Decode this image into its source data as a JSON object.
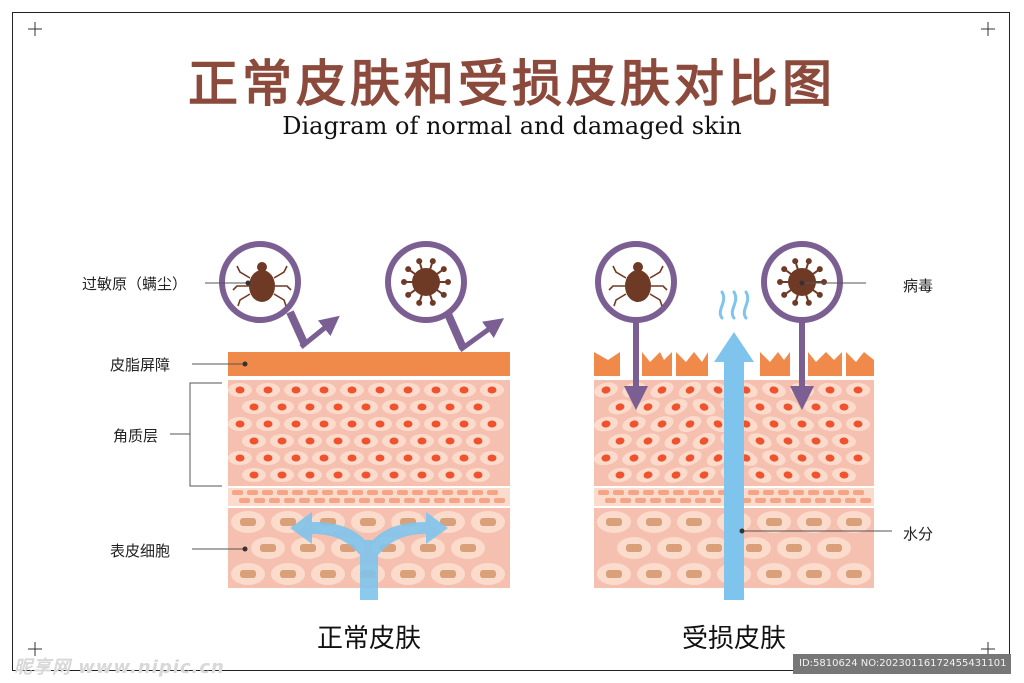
{
  "title": "正常皮肤和受损皮肤对比图",
  "subtitle": "Diagram of normal and damaged skin",
  "labels": {
    "allergen": "过敏原（螨尘）",
    "lipid_barrier": "皮脂屏障",
    "stratum_corneum": "角质层",
    "epidermal_cells": "表皮细胞",
    "virus": "病毒",
    "moisture": "水分"
  },
  "panels": {
    "normal": "正常皮肤",
    "damaged": "受损皮肤"
  },
  "watermark": "昵享网 www.nipic.cn",
  "image_id": "ID:5810624 NO:20230116172455431101",
  "colors": {
    "title": "#8b4a3c",
    "barrier": "#f08a4b",
    "skin_bg": "#f6c0b0",
    "cell": "#fbdccc",
    "nucleus": "#f0522e",
    "basal_nucleus": "#d9a07a",
    "circle_ring": "#7b5f92",
    "mite": "#6e3a26",
    "water": "#7fc4ec"
  }
}
